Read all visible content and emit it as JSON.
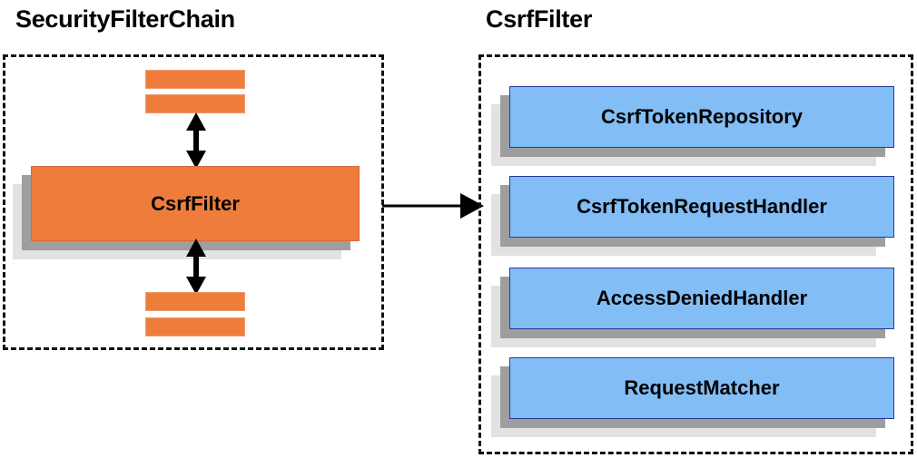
{
  "diagram": {
    "title_left": "SecurityFilterChain",
    "title_right": "CsrfFilter",
    "colors": {
      "filter_orange": "#ee7d3c",
      "filter_orange_border": "#d9683a",
      "collaborator_blue": "#82bdf6",
      "collaborator_blue_border": "#26399b",
      "shadow_near": "#9e9e9e",
      "shadow_far": "#e2e2e2",
      "outline_dashed": "#111111",
      "text": "#000000"
    }
  },
  "left_panel": {
    "title": "SecurityFilterChain",
    "main_node": {
      "label": "CsrfFilter"
    },
    "preceding_filters": [
      {
        "label": ""
      },
      {
        "label": ""
      }
    ],
    "following_filters": [
      {
        "label": ""
      },
      {
        "label": ""
      }
    ],
    "arrows": {
      "up_label": "",
      "down_label": "",
      "link_label": ""
    }
  },
  "right_panel": {
    "title": "CsrfFilter",
    "collaborators": [
      {
        "label": "CsrfTokenRepository"
      },
      {
        "label": "CsrfTokenRequestHandler"
      },
      {
        "label": "AccessDeniedHandler"
      },
      {
        "label": "RequestMatcher"
      }
    ]
  }
}
